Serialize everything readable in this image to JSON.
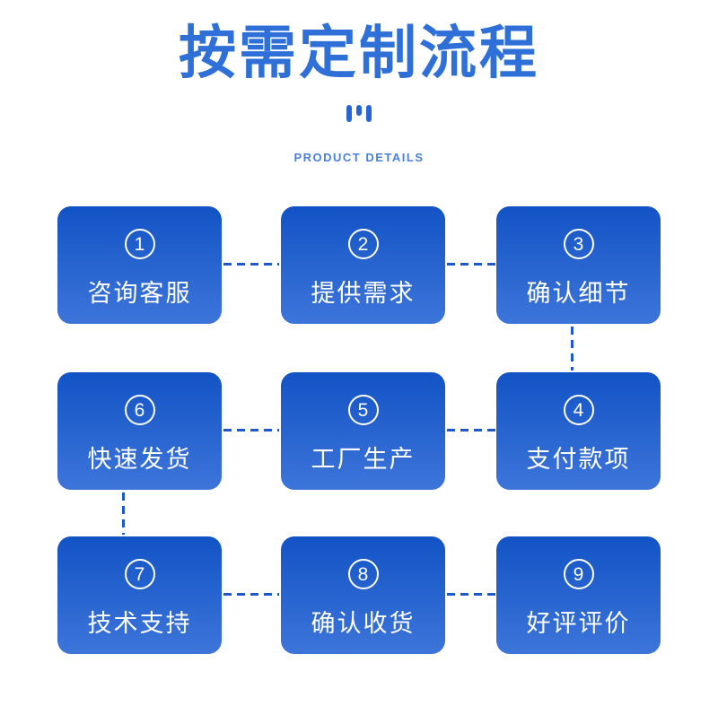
{
  "header": {
    "title": "按需定制流程",
    "subtitle": "PRODUCT DETAILS"
  },
  "colors": {
    "title_color": "#2e70d7",
    "subtitle_color": "#4a80d9",
    "box_top": "#1253c5",
    "box_bottom": "#3d75da",
    "connector_color": "#1e58c9",
    "icon_color": "#2765d2",
    "bg": "#ffffff"
  },
  "steps": [
    {
      "number": "1",
      "label": "咨询客服"
    },
    {
      "number": "2",
      "label": "提供需求"
    },
    {
      "number": "3",
      "label": "确认细节"
    },
    {
      "number": "4",
      "label": "支付款项"
    },
    {
      "number": "5",
      "label": "工厂生产"
    },
    {
      "number": "6",
      "label": "快速发货"
    },
    {
      "number": "7",
      "label": "技术支持"
    },
    {
      "number": "8",
      "label": "确认收货"
    },
    {
      "number": "9",
      "label": "好评评价"
    }
  ]
}
